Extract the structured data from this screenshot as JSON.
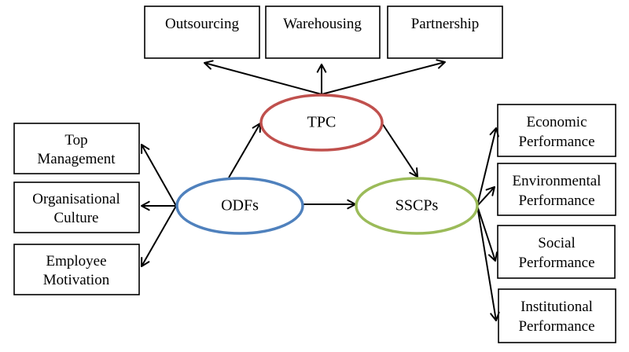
{
  "colors": {
    "tpc": "#C0504D",
    "odfs": "#4F81BD",
    "sscps": "#9BBB59",
    "line": "#000000"
  },
  "nodes": {
    "tpc": {
      "label": "TPC"
    },
    "odfs": {
      "label": "ODFs"
    },
    "sscps": {
      "label": "SSCPs"
    }
  },
  "boxes": {
    "outsourcing": {
      "lines": [
        "Outsourcing"
      ]
    },
    "warehousing": {
      "lines": [
        "Warehousing"
      ]
    },
    "partnership": {
      "lines": [
        "Partnership"
      ]
    },
    "top_management": {
      "lines": [
        "Top",
        "Management"
      ]
    },
    "organisational_culture": {
      "lines": [
        "Organisational",
        "Culture"
      ]
    },
    "employee_motivation": {
      "lines": [
        "Employee",
        "Motivation"
      ]
    },
    "economic_performance": {
      "lines": [
        "Economic",
        "Performance"
      ]
    },
    "environmental_performance": {
      "lines": [
        "Environmental",
        "Performance"
      ]
    },
    "social_performance": {
      "lines": [
        "Social",
        "Performance"
      ]
    },
    "institutional_performance": {
      "lines": [
        "Institutional",
        "Performance"
      ]
    }
  },
  "edges": [
    {
      "from": "TPC",
      "to": "Outsourcing"
    },
    {
      "from": "TPC",
      "to": "Warehousing"
    },
    {
      "from": "TPC",
      "to": "Partnership"
    },
    {
      "from": "ODFs",
      "to": "TPC"
    },
    {
      "from": "TPC",
      "to": "SSCPs"
    },
    {
      "from": "ODFs",
      "to": "SSCPs"
    },
    {
      "from": "ODFs",
      "to": "Top Management"
    },
    {
      "from": "ODFs",
      "to": "Organisational Culture"
    },
    {
      "from": "ODFs",
      "to": "Employee Motivation"
    },
    {
      "from": "SSCPs",
      "to": "Economic Performance"
    },
    {
      "from": "SSCPs",
      "to": "Environmental Performance"
    },
    {
      "from": "SSCPs",
      "to": "Social Performance"
    },
    {
      "from": "SSCPs",
      "to": "Institutional Performance"
    }
  ]
}
